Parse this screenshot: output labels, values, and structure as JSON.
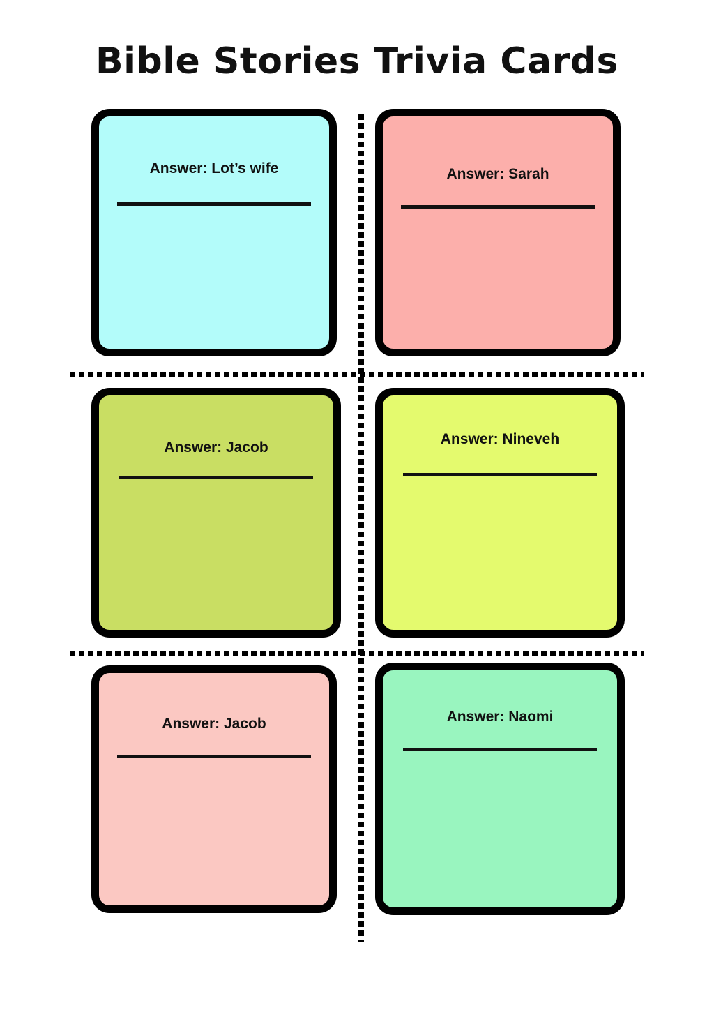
{
  "page": {
    "title": "Bible Stories Trivia Cards",
    "background_color": "#FFFFFF",
    "text_color": "#111111",
    "cut_line_color": "#000000",
    "card_border_color": "#000000"
  },
  "cards": [
    {
      "id": "card-1",
      "answer_label": "Answer: Lot’s wife",
      "fill_color": "#B3FCFA",
      "color_name": "light-cyan",
      "row": 1,
      "column": 1
    },
    {
      "id": "card-2",
      "answer_label": "Answer: Sarah",
      "fill_color": "#FCAFAB",
      "color_name": "salmon-pink",
      "row": 1,
      "column": 2
    },
    {
      "id": "card-3",
      "answer_label": "Answer: Jacob",
      "fill_color": "#C9DE63",
      "color_name": "olive-green",
      "row": 2,
      "column": 1
    },
    {
      "id": "card-4",
      "answer_label": "Answer: Nineveh",
      "fill_color": "#E4FA6E",
      "color_name": "yellow-green",
      "row": 2,
      "column": 2
    },
    {
      "id": "card-5",
      "answer_label": "Answer: Jacob",
      "fill_color": "#FBC8C2",
      "color_name": "light-pink",
      "row": 3,
      "column": 1
    },
    {
      "id": "card-6",
      "answer_label": "Answer: Naomi",
      "fill_color": "#99F5BF",
      "color_name": "mint-green",
      "row": 3,
      "column": 2
    }
  ]
}
